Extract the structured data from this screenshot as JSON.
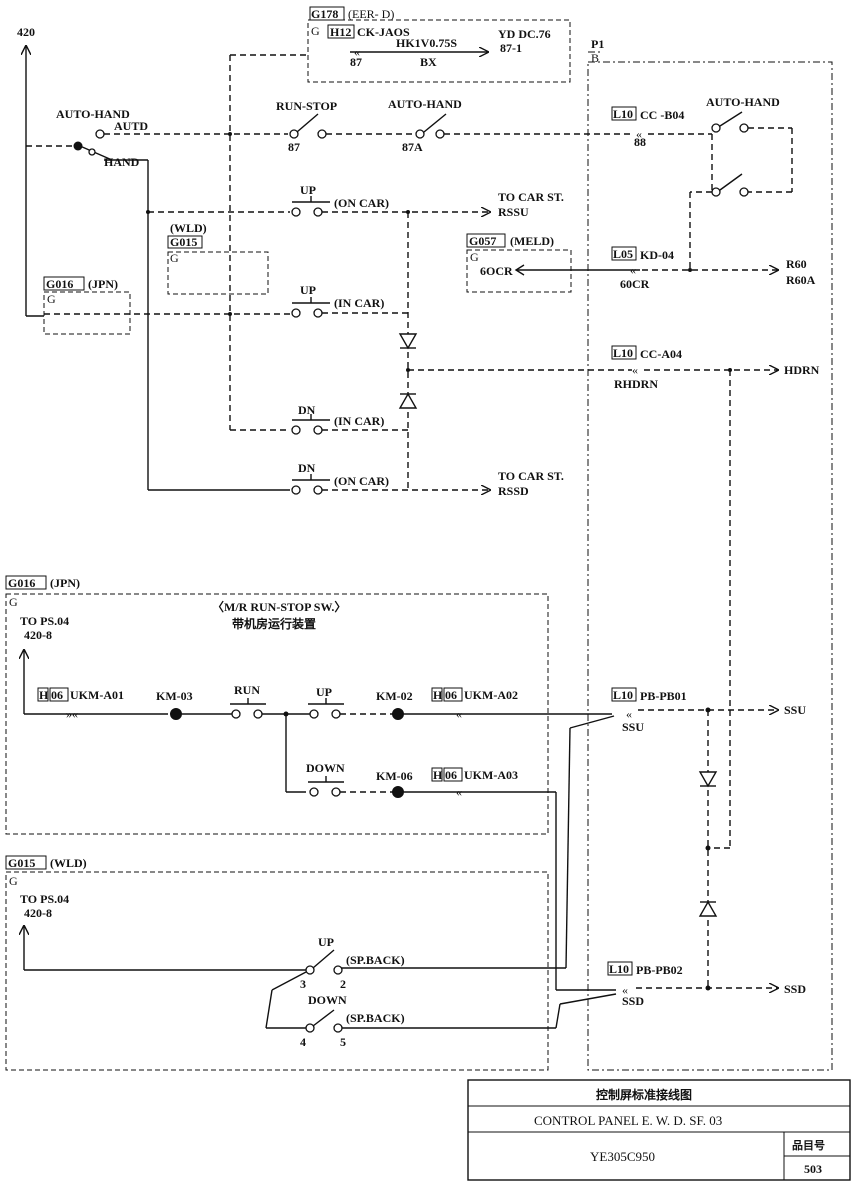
{
  "top_terminal": "420",
  "g178": {
    "tag": "G178",
    "name": "(EER- D)",
    "g": "G",
    "h": "H12",
    "plug": "CK-JAOS",
    "label": "HK1V0.75S",
    "pin": "87",
    "bx": "BX",
    "yd": "YD DC.76",
    "yd_pin": "87-1"
  },
  "p1": {
    "label": "P1",
    "b": "B"
  },
  "auto_hand_main": {
    "label": "AUTO-HAND",
    "autd": "AUTD",
    "hand": "HAND"
  },
  "run_stop": {
    "label": "RUN-STOP",
    "pin": "87"
  },
  "auto_hand_2": {
    "label": "AUTO-HAND",
    "pin": "87A"
  },
  "cc_b04": {
    "l": "L10",
    "label": "CC -B04",
    "pin": "88"
  },
  "auto_hand_3": {
    "label": "AUTO-HAND"
  },
  "up_on_car": {
    "label": "UP",
    "tag": "(ON CAR)",
    "dest1": "TO CAR ST.",
    "dest2": "RSSU"
  },
  "wld_box": {
    "name": "(WLD)",
    "tag": "G015",
    "g": "G"
  },
  "meld_box": {
    "tag": "G057",
    "name": "(MELD)",
    "g": "G",
    "ocr": "6OCR"
  },
  "kd_04": {
    "l": "L05",
    "label": "KD-04",
    "pin": "60CR",
    "r1": "R60",
    "r2": "R60A"
  },
  "jpn_box": {
    "tag": "G016",
    "name": "(JPN)",
    "g": "G"
  },
  "up_in_car": {
    "label": "UP",
    "tag": "(IN CAR)"
  },
  "cc_a04": {
    "l": "L10",
    "label": "CC-A04",
    "pin": "RHDRN",
    "dest": "HDRN"
  },
  "dn_in_car": {
    "label": "DN",
    "tag": "(IN CAR)"
  },
  "dn_on_car": {
    "label": "DN",
    "tag": "(ON CAR)",
    "dest1": "TO CAR ST.",
    "dest2": "RSSD"
  },
  "jpn_section": {
    "tag": "G016",
    "name": "(JPN)",
    "g": "G",
    "title": "〈M/R RUN-STOP SW.〉",
    "subtitle": "带机房运行装置",
    "to1": "TO PS.04",
    "to2": "420-8"
  },
  "ukm_a01": {
    "h": "H",
    "n": "06",
    "label": "UKM-A01"
  },
  "km03": "KM-03",
  "run_btn": "RUN",
  "up_btn": "UP",
  "km02": "KM-02",
  "ukm_a02": {
    "h": "H",
    "n": "06",
    "label": "UKM-A02"
  },
  "pb_pb01": {
    "l": "L10",
    "label": "PB-PB01",
    "pin": "SSU",
    "dest": "SSU"
  },
  "down_btn": "DOWN",
  "km06": "KM-06",
  "ukm_a03": {
    "h": "H",
    "n": "06",
    "label": "UKM-A03"
  },
  "wld_section": {
    "tag": "G015",
    "name": "(WLD)",
    "g": "G",
    "to1": "TO PS.04",
    "to2": "420-8"
  },
  "sp_up": {
    "label": "UP",
    "tag": "(SP.BACK)",
    "p1": "3",
    "p2": "2"
  },
  "sp_down": {
    "label": "DOWN",
    "tag": "(SP.BACK)",
    "p1": "4",
    "p2": "5"
  },
  "pb_pb02": {
    "l": "L10",
    "label": "PB-PB02",
    "pin": "SSD",
    "dest": "SSD"
  },
  "title_block": {
    "cn": "控制屏标准接线图",
    "en": "CONTROL PANEL E. W. D. SF. 03",
    "code": "YE305C950",
    "item_label": "品目号",
    "item_no": "503"
  }
}
